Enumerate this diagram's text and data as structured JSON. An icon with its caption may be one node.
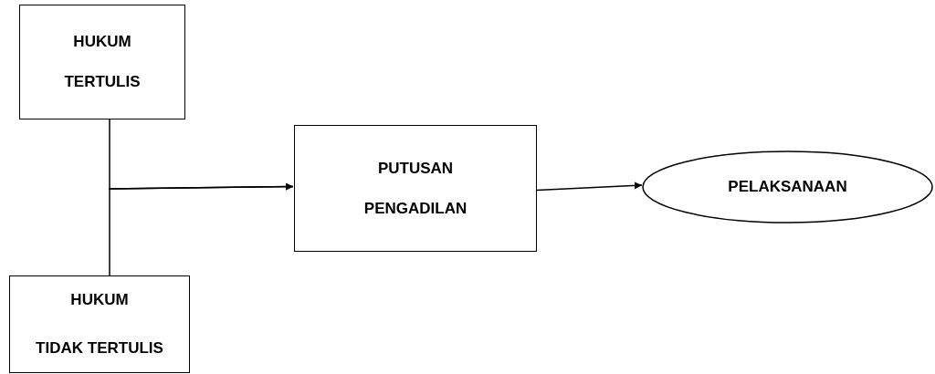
{
  "diagram": {
    "nodes": [
      {
        "text": [
          "HUKUM TERTULIS"
        ]
      },
      {
        "text": [
          "HUKUM",
          "TIDAK TERTULIS"
        ]
      },
      {
        "text": [
          "PUTUSAN PENGADILAN"
        ]
      },
      {
        "text": [
          "PELAKSANAAN"
        ]
      }
    ],
    "edges": [
      {
        "from": 0,
        "to": 2,
        "arrow": "to"
      },
      {
        "from": 1,
        "to": 2,
        "arrow": "to"
      },
      {
        "from": 2,
        "to": 3,
        "arrow": "to"
      }
    ]
  }
}
